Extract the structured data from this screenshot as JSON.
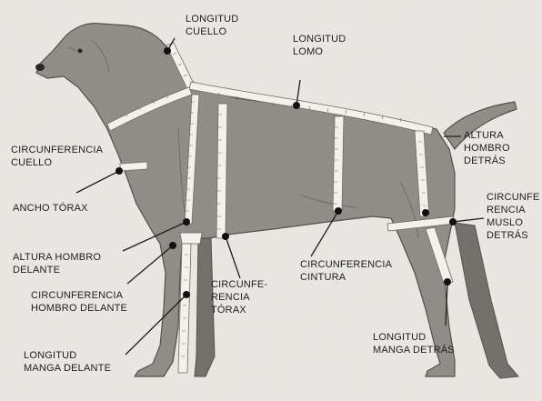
{
  "colors": {
    "background": "#eceae5",
    "dog_fill": "#8d8a84",
    "dog_shade": "#6e6b66",
    "tape": "#f3f1ea",
    "ink": "#1e1e1e"
  },
  "labels": {
    "longitud_cuello": [
      "LONGITUD",
      "CUELLO"
    ],
    "longitud_lomo": [
      "LONGITUD",
      "LOMO"
    ],
    "circunferencia_cuello": [
      "CIRCUNFERENCIA",
      "CUELLO"
    ],
    "altura_hombro_detras": [
      "ALTURA",
      "HOMBRO",
      "DETRÁS"
    ],
    "ancho_torax": [
      "ANCHO TÓRAX"
    ],
    "circunferencia_muslo_detras": [
      "CIRCUNFE",
      "RENCIA",
      "MUSLO",
      "DETRÁS"
    ],
    "altura_hombro_delante": [
      "ALTURA HOMBRO",
      "DELANTE"
    ],
    "circunferencia_cintura": [
      "CIRCUNFERENCIA",
      "CINTURA"
    ],
    "circunferencia_hombro_delante": [
      "CIRCUNFERENCIA",
      "HOMBRO DELANTE"
    ],
    "circunferencia_torax": [
      "CIRCUNFE-",
      "RENCIA",
      "TÓRAX"
    ],
    "longitud_manga_detras": [
      "LONGITUD",
      "MANGA DETRÁS"
    ],
    "longitud_manga_delante": [
      "LONGITUD",
      "MANGA DELANTE"
    ]
  }
}
